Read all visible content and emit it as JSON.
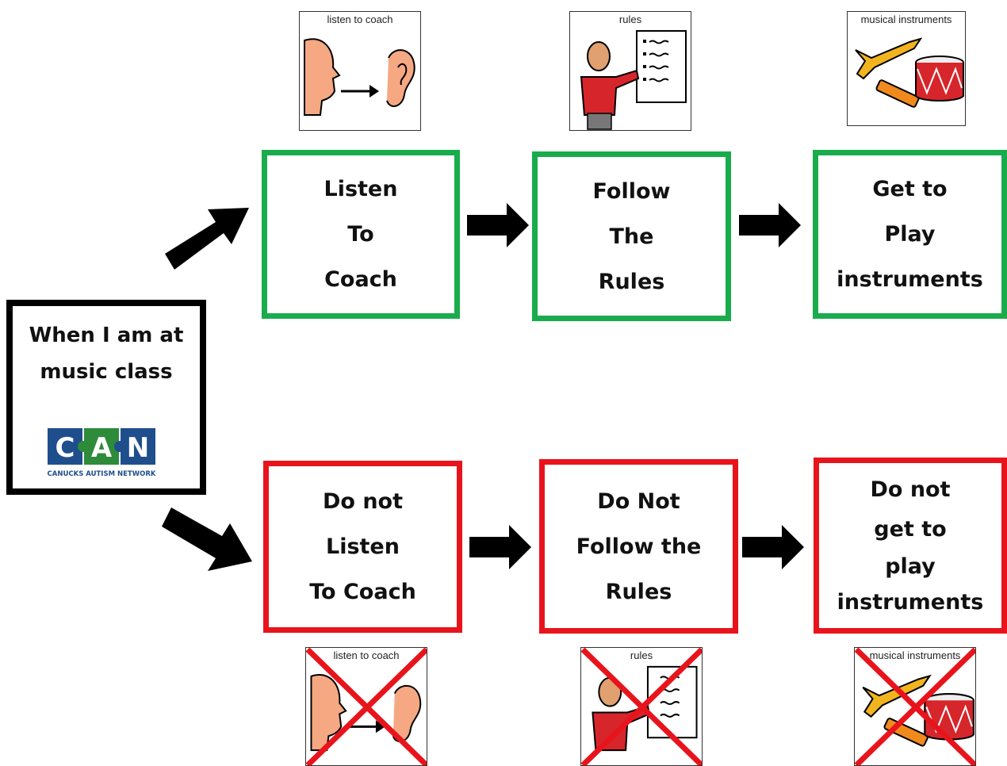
{
  "start": {
    "line1": "When I am at",
    "line2": "music class",
    "logo_letters": [
      "C",
      "A",
      "N"
    ],
    "logo_tagline": "CANUCKS AUTISM NETWORK"
  },
  "top_row": [
    {
      "lines": [
        "Listen",
        "To",
        "Coach"
      ]
    },
    {
      "lines": [
        "Follow",
        "The",
        "Rules"
      ]
    },
    {
      "lines": [
        "Get to",
        "Play",
        "instruments"
      ]
    }
  ],
  "bottom_row": [
    {
      "lines": [
        "Do not",
        "Listen",
        "To Coach"
      ]
    },
    {
      "lines": [
        "Do Not",
        "Follow the",
        "Rules"
      ]
    },
    {
      "lines": [
        "Do not",
        "get to",
        "play",
        "instruments"
      ]
    }
  ],
  "symbols_top": [
    {
      "caption": "listen to coach",
      "icon": "listen-to-coach-icon"
    },
    {
      "caption": "rules",
      "icon": "rules-icon"
    },
    {
      "caption": "musical instruments",
      "icon": "musical-instruments-icon"
    }
  ],
  "symbols_bottom": [
    {
      "caption": "listen to coach",
      "icon": "listen-to-coach-icon"
    },
    {
      "caption": "rules",
      "icon": "rules-icon"
    },
    {
      "caption": "musical instruments",
      "icon": "musical-instruments-icon"
    }
  ],
  "colors": {
    "positive_border": "#1aac4c",
    "negative_border": "#e8141c",
    "start_border": "#000000",
    "cross": "#e8141c",
    "logo_blue": "#1f4e8c",
    "logo_green": "#2e8b3a"
  }
}
